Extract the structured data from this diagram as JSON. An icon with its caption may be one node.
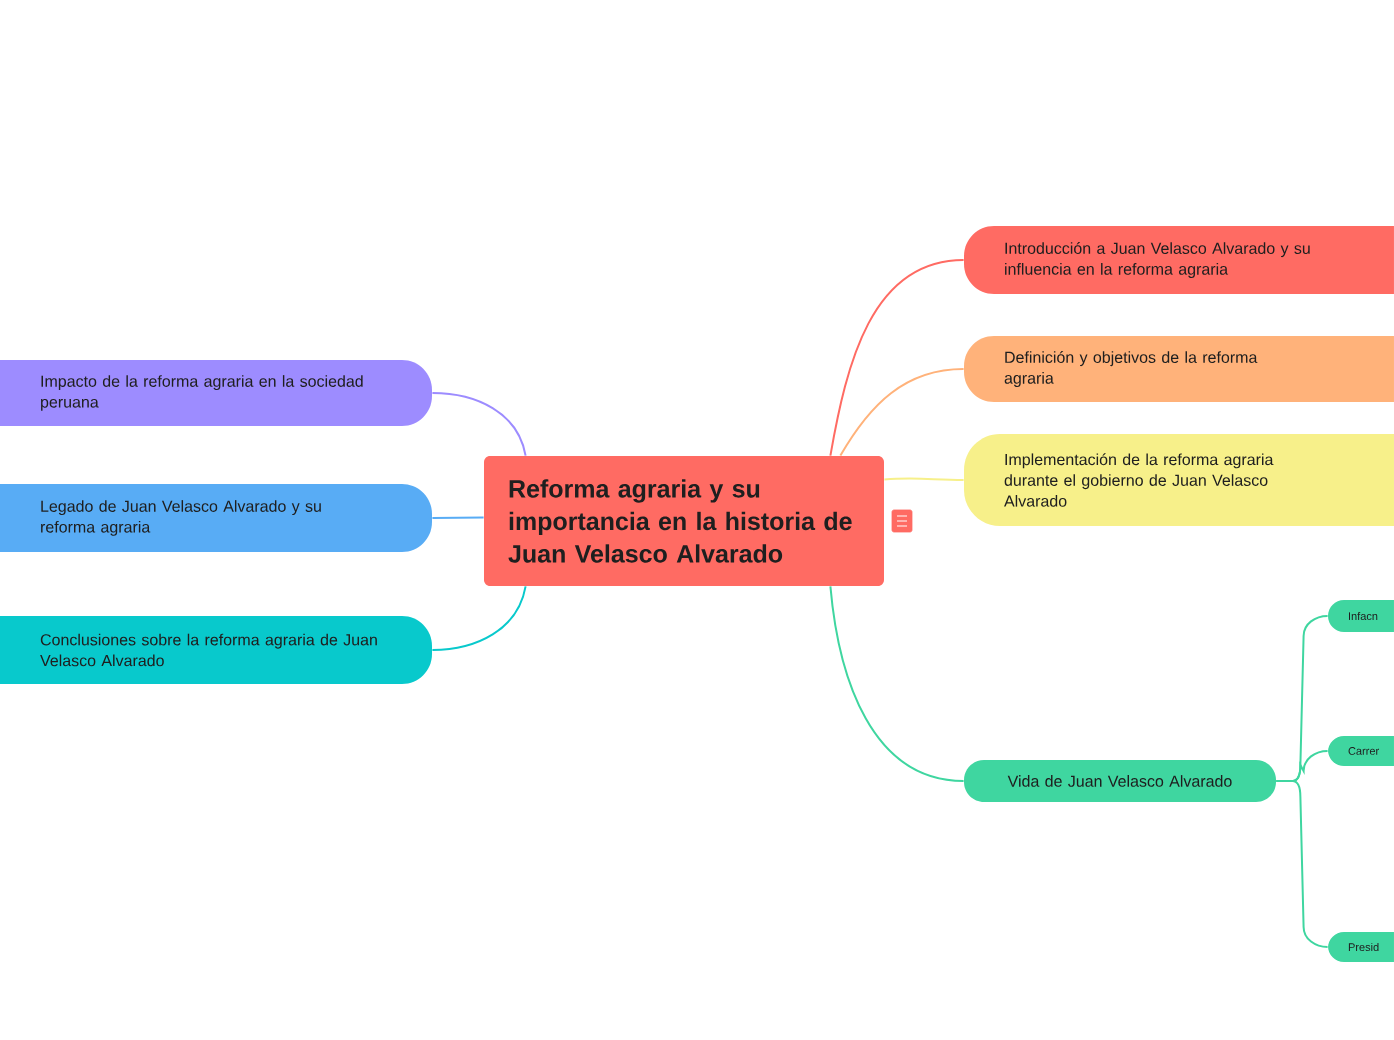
{
  "diagram": {
    "nodes": [
      {
        "text": [
          "Reforma agraria y su importancia en la historia de Juan Velasco Alvarado"
        ]
      },
      {
        "text": [
          "Introducción a Juan Velasco Alvarado y su influencia en la reforma agraria"
        ]
      },
      {
        "text": [
          "Definición y objetivos de la reforma agraria"
        ]
      },
      {
        "text": [
          "Implementación de la reforma agraria durante el gobierno de Juan Velasco Alvarado"
        ]
      },
      {
        "text": [
          "Vida de Juan Velasco Alvarado"
        ]
      },
      {
        "text": [
          "Infacn"
        ]
      },
      {
        "text": [
          "Carrer"
        ]
      },
      {
        "text": [
          "Presid"
        ]
      },
      {
        "text": [
          "Impacto de la reforma agraria en la sociedad peruana"
        ]
      },
      {
        "text": [
          "Legado de Juan Velasco Alvarado y su reforma agraria"
        ]
      },
      {
        "text": [
          "Conclusiones sobre la reforma agraria de Juan Velasco Alvarado"
        ]
      }
    ],
    "edges": [
      {
        "from": 0,
        "to": 1,
        "arrow": "none",
        "color": "#ff6b63"
      },
      {
        "from": 0,
        "to": 2,
        "arrow": "none",
        "color": "#ffb27a"
      },
      {
        "from": 0,
        "to": 3,
        "arrow": "none",
        "color": "#f7f08a"
      },
      {
        "from": 0,
        "to": 4,
        "arrow": "none",
        "color": "#3fd6a0"
      },
      {
        "from": 4,
        "to": 5,
        "arrow": "none",
        "color": "#3fd6a0"
      },
      {
        "from": 4,
        "to": 6,
        "arrow": "none",
        "color": "#3fd6a0"
      },
      {
        "from": 4,
        "to": 7,
        "arrow": "none",
        "color": "#3fd6a0"
      },
      {
        "from": 0,
        "to": 8,
        "arrow": "none",
        "color": "#9d8cff"
      },
      {
        "from": 0,
        "to": 9,
        "arrow": "none",
        "color": "#58acf5"
      },
      {
        "from": 0,
        "to": 10,
        "arrow": "none",
        "color": "#08c9cc"
      }
    ]
  }
}
